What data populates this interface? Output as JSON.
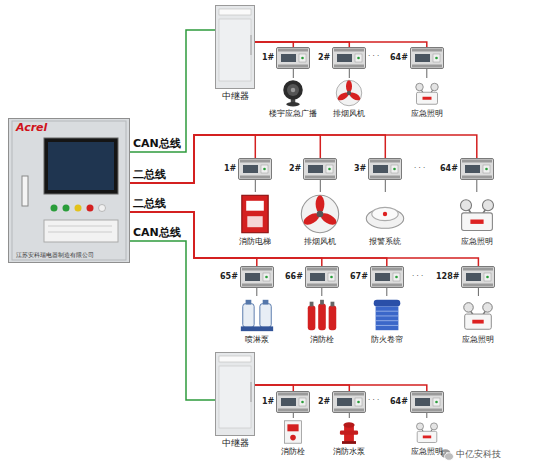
{
  "diagram": {
    "nodes": [
      {
        "text": [
          "Acrel",
          "江苏安科瑞电器制造有限公司"
        ]
      },
      {
        "text": [
          "中继器"
        ]
      },
      {
        "text": [
          "1#"
        ]
      },
      {
        "text": [
          "2#"
        ]
      },
      {
        "text": [
          "64#"
        ]
      },
      {
        "text": [
          "楼宇应急广播"
        ]
      },
      {
        "text": [
          "排烟风机"
        ]
      },
      {
        "text": [
          "应急照明"
        ]
      },
      {
        "text": [
          "1#"
        ]
      },
      {
        "text": [
          "2#"
        ]
      },
      {
        "text": [
          "3#"
        ]
      },
      {
        "text": [
          "64#"
        ]
      },
      {
        "text": [
          "消防电梯"
        ]
      },
      {
        "text": [
          "排烟风机"
        ]
      },
      {
        "text": [
          "报警系统"
        ]
      },
      {
        "text": [
          "应急照明"
        ]
      },
      {
        "text": [
          "65#"
        ]
      },
      {
        "text": [
          "66#"
        ]
      },
      {
        "text": [
          "67#"
        ]
      },
      {
        "text": [
          "128#"
        ]
      },
      {
        "text": [
          "喷淋泵"
        ]
      },
      {
        "text": [
          "消防栓"
        ]
      },
      {
        "text": [
          "防火卷帘"
        ]
      },
      {
        "text": [
          "应急照明"
        ]
      },
      {
        "text": [
          "中继器"
        ]
      },
      {
        "text": [
          "1#"
        ]
      },
      {
        "text": [
          "2#"
        ]
      },
      {
        "text": [
          "64#"
        ]
      },
      {
        "text": [
          "消防栓"
        ]
      },
      {
        "text": [
          "消防水泵"
        ]
      },
      {
        "text": [
          "应急照明"
        ]
      }
    ],
    "edges": [
      {
        "from": 0,
        "to": 1,
        "label": "CAN总线",
        "arrow": "none"
      },
      {
        "from": 1,
        "to": 2,
        "arrow": "none"
      },
      {
        "from": 1,
        "to": 3,
        "arrow": "none"
      },
      {
        "from": 1,
        "to": 4,
        "arrow": "none"
      },
      {
        "from": 2,
        "to": 5,
        "arrow": "none"
      },
      {
        "from": 3,
        "to": 6,
        "arrow": "none"
      },
      {
        "from": 4,
        "to": 7,
        "arrow": "none"
      },
      {
        "from": 0,
        "to": 8,
        "label": "二总线",
        "arrow": "none"
      },
      {
        "from": 0,
        "to": 9,
        "arrow": "none"
      },
      {
        "from": 0,
        "to": 10,
        "arrow": "none"
      },
      {
        "from": 0,
        "to": 11,
        "arrow": "none"
      },
      {
        "from": 8,
        "to": 12,
        "arrow": "none"
      },
      {
        "from": 9,
        "to": 13,
        "arrow": "none"
      },
      {
        "from": 10,
        "to": 14,
        "arrow": "none"
      },
      {
        "from": 11,
        "to": 15,
        "arrow": "none"
      },
      {
        "from": 0,
        "to": 16,
        "label": "二总线",
        "arrow": "none"
      },
      {
        "from": 0,
        "to": 17,
        "arrow": "none"
      },
      {
        "from": 0,
        "to": 18,
        "arrow": "none"
      },
      {
        "from": 0,
        "to": 19,
        "arrow": "none"
      },
      {
        "from": 16,
        "to": 20,
        "arrow": "none"
      },
      {
        "from": 17,
        "to": 21,
        "arrow": "none"
      },
      {
        "from": 18,
        "to": 22,
        "arrow": "none"
      },
      {
        "from": 19,
        "to": 23,
        "arrow": "none"
      },
      {
        "from": 0,
        "to": 24,
        "label": "CAN总线",
        "arrow": "none"
      },
      {
        "from": 24,
        "to": 25,
        "arrow": "none"
      },
      {
        "from": 24,
        "to": 26,
        "arrow": "none"
      },
      {
        "from": 24,
        "to": 27,
        "arrow": "none"
      },
      {
        "from": 25,
        "to": 28,
        "arrow": "none"
      },
      {
        "from": 26,
        "to": 29,
        "arrow": "none"
      },
      {
        "from": 27,
        "to": 30,
        "arrow": "none"
      }
    ],
    "labels": [
      "· · ·",
      "· · ·",
      "· · ·",
      "· · ·",
      "中亿安科技"
    ]
  }
}
